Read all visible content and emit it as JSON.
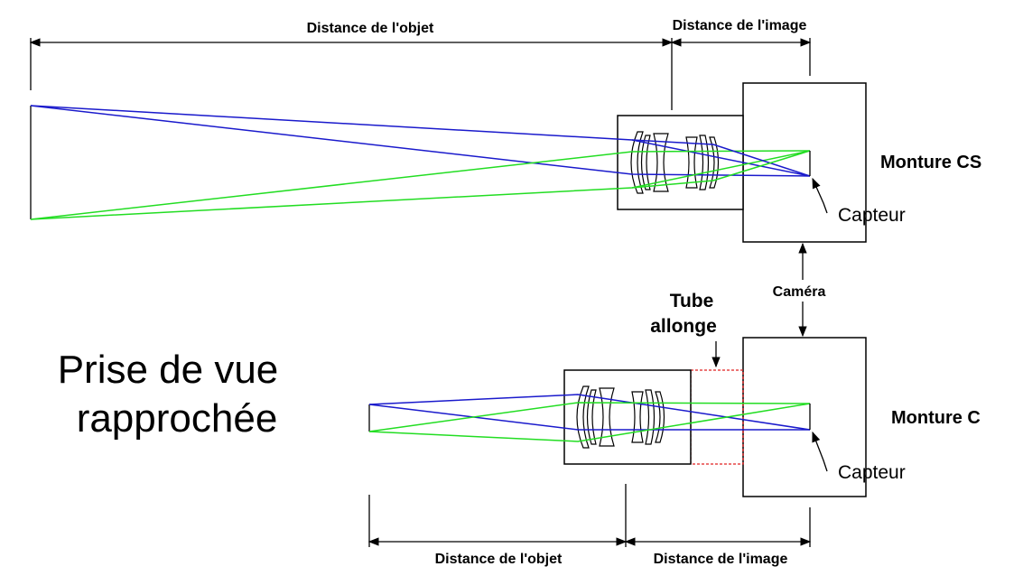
{
  "top": {
    "object_distance_label": "Distance de l'objet",
    "image_distance_label": "Distance de l'image",
    "mount_label": "Monture CS",
    "sensor_label": "Capteur"
  },
  "middle": {
    "camera_label": "Caméra",
    "tube_label_line1": "Tube",
    "tube_label_line2": "allonge"
  },
  "bottom": {
    "object_distance_label": "Distance de l'objet",
    "image_distance_label": "Distance de l'image",
    "mount_label": "Monture C",
    "sensor_label": "Capteur"
  },
  "title": {
    "line1": "Prise de vue",
    "line2": "rapprochée"
  },
  "colors": {
    "ray_principal": "#1a1acc",
    "ray_marginal": "#22dd22",
    "extension_tube": "#e02020"
  }
}
